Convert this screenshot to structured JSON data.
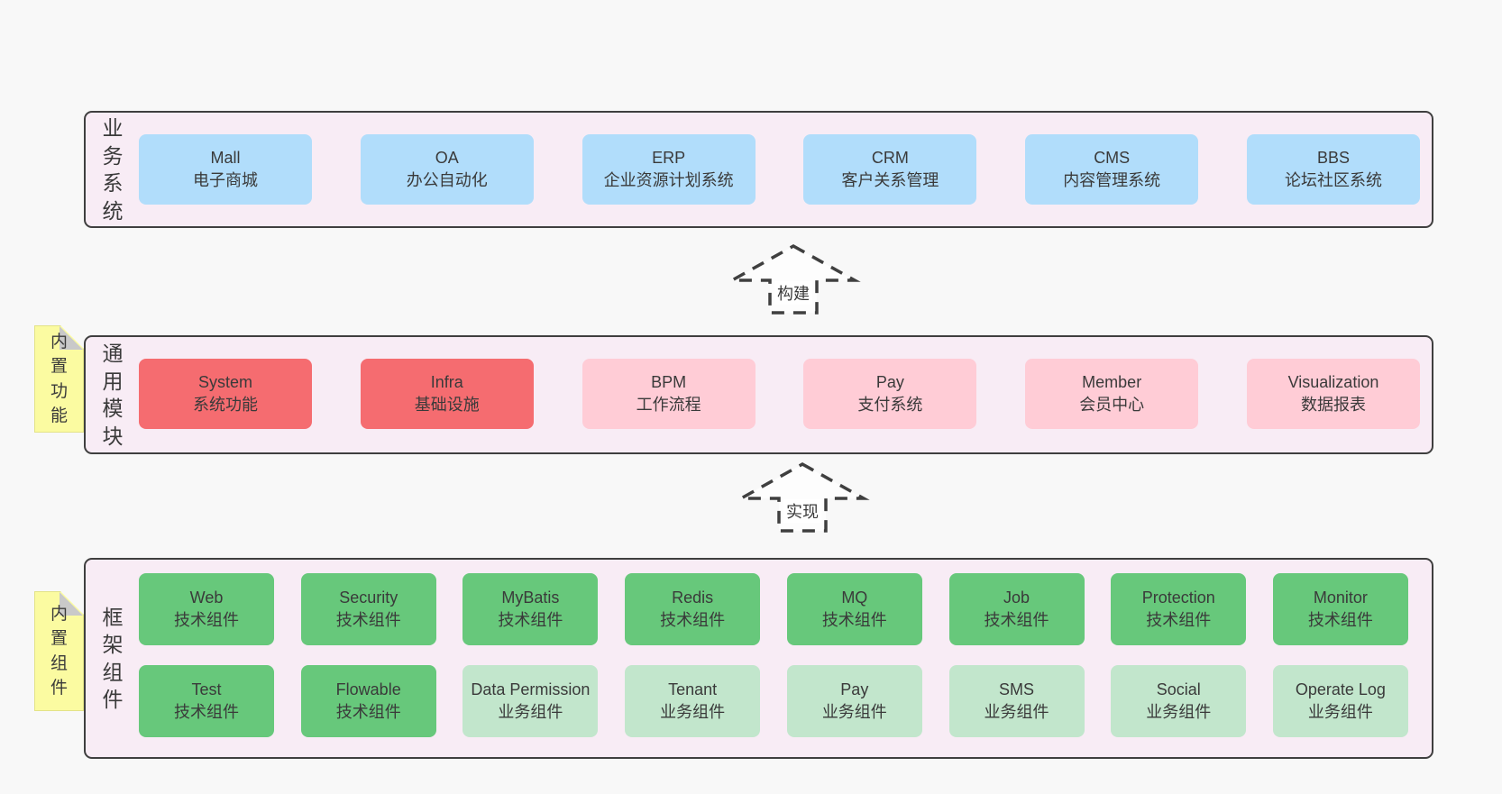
{
  "background": "#f8f8f8",
  "palette": {
    "panel_fill": "#f8ecf5",
    "panel_border": "#3f3f3f",
    "blue_box": "#b1ddfb",
    "red_box": "#f56c70",
    "pink_box": "#ffccd6",
    "green_box": "#67c87b",
    "light_green_box": "#c2e6cc",
    "sticky_yellow": "#fbfba1",
    "fold_gray": "#c9c9c9",
    "text": "#3a3a3a"
  },
  "arrows": [
    {
      "label": "构建"
    },
    {
      "label": "实现"
    }
  ],
  "sections": [
    {
      "label": "业务系统",
      "boxes": [
        {
          "name": "Mall",
          "desc": "电子商城"
        },
        {
          "name": "OA",
          "desc": "办公自动化"
        },
        {
          "name": "ERP",
          "desc": "企业资源计划系统"
        },
        {
          "name": "CRM",
          "desc": "客户关系管理"
        },
        {
          "name": "CMS",
          "desc": "内容管理系统"
        },
        {
          "name": "BBS",
          "desc": "论坛社区系统"
        }
      ]
    },
    {
      "label": "通用模块",
      "sticky": "内置功能",
      "boxes": [
        {
          "name": "System",
          "desc": "系统功能"
        },
        {
          "name": "Infra",
          "desc": "基础设施"
        },
        {
          "name": "BPM",
          "desc": "工作流程"
        },
        {
          "name": "Pay",
          "desc": "支付系统"
        },
        {
          "name": "Member",
          "desc": "会员中心"
        },
        {
          "name": "Visualization",
          "desc": "数据报表"
        }
      ]
    },
    {
      "label": "框架组件",
      "sticky": "内置组件",
      "rows": [
        [
          {
            "name": "Web",
            "desc": "技术组件"
          },
          {
            "name": "Security",
            "desc": "技术组件"
          },
          {
            "name": "MyBatis",
            "desc": "技术组件"
          },
          {
            "name": "Redis",
            "desc": "技术组件"
          },
          {
            "name": "MQ",
            "desc": "技术组件"
          },
          {
            "name": "Job",
            "desc": "技术组件"
          },
          {
            "name": "Protection",
            "desc": "技术组件"
          },
          {
            "name": "Monitor",
            "desc": "技术组件"
          }
        ],
        [
          {
            "name": "Test",
            "desc": "技术组件"
          },
          {
            "name": "Flowable",
            "desc": "技术组件"
          },
          {
            "name": "Data Permission",
            "desc": "业务组件"
          },
          {
            "name": "Tenant",
            "desc": "业务组件"
          },
          {
            "name": "Pay",
            "desc": "业务组件"
          },
          {
            "name": "SMS",
            "desc": "业务组件"
          },
          {
            "name": "Social",
            "desc": "业务组件"
          },
          {
            "name": "Operate Log",
            "desc": "业务组件"
          }
        ]
      ]
    }
  ]
}
